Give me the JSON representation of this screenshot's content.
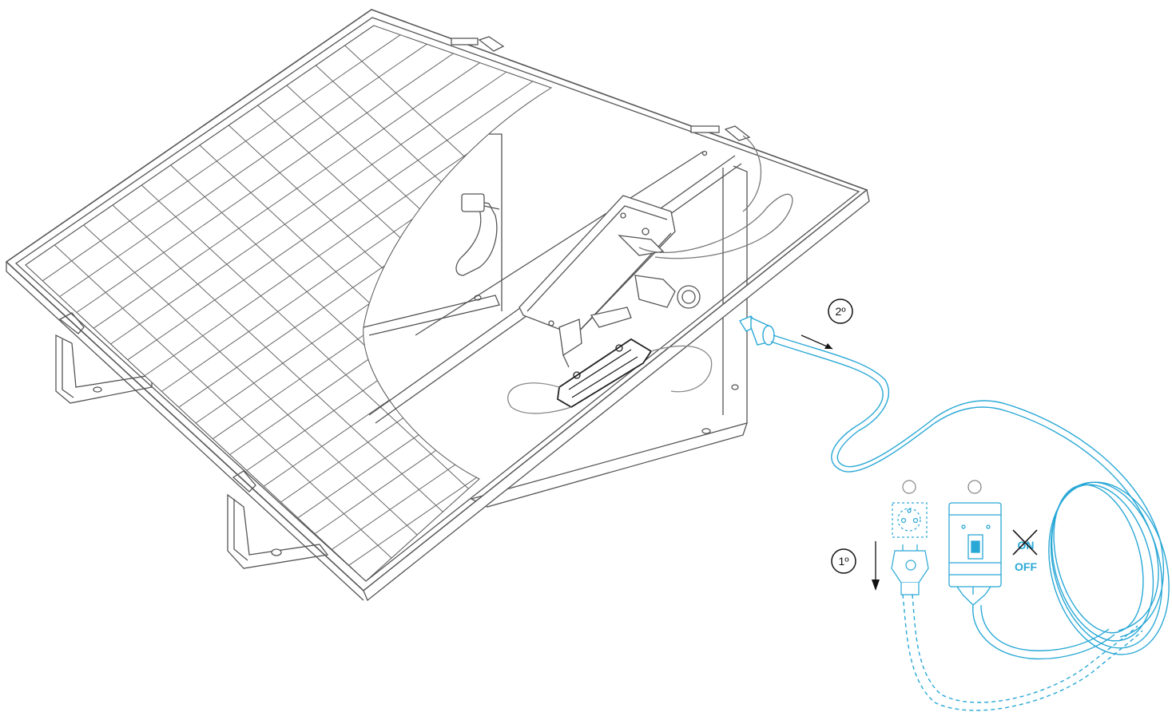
{
  "steps": {
    "step1": "1º",
    "step2": "2º"
  },
  "switch": {
    "on_label": "ON",
    "off_label": "OFF"
  },
  "colors": {
    "line": "#555555",
    "accent": "#29a8d6",
    "cross": "#111111"
  },
  "icons": {
    "panel": "solar-panel-icon",
    "socket": "wall-socket-icon",
    "plug": "plug-icon",
    "breaker": "circuit-breaker-icon"
  }
}
